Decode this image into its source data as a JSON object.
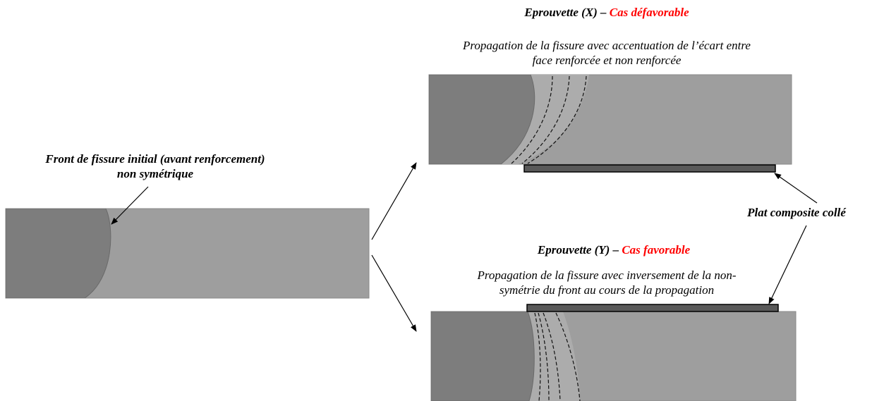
{
  "colors": {
    "light_gray": "#9e9e9e",
    "dark_gray": "#7d7d7d",
    "plate": "#595959",
    "red": "#ff0000"
  },
  "initial": {
    "title_line1": "Front de fissure initial (avant renforcement)",
    "title_line2": "non symétrique"
  },
  "specimen_x": {
    "title_prefix": "Eprouvette (X) –",
    "title_case": "Cas défavorable",
    "desc_line1": "Propagation de la fissure avec accentuation de l’écart entre",
    "desc_line2": "face renforcée et non renforcée"
  },
  "specimen_y": {
    "title_prefix": "Eprouvette (Y) –",
    "title_case": "Cas favorable",
    "desc_line1": "Propagation de la fissure avec inversement de la non-",
    "desc_line2": "symétrie du front au cours de la propagation"
  },
  "plate_label": "Plat composite collé"
}
